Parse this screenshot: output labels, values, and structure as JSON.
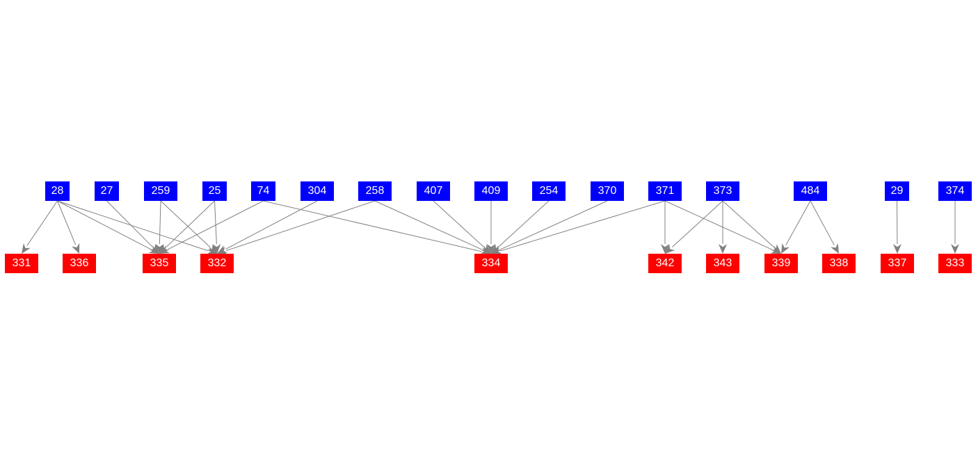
{
  "colors": {
    "source": "#0000ff",
    "target": "#ff0000",
    "edge": "#808080",
    "label": "#ffffff"
  },
  "sources": [
    "28",
    "27",
    "259",
    "25",
    "74",
    "304",
    "258",
    "407",
    "409",
    "254",
    "370",
    "371",
    "373",
    "484",
    "29",
    "374"
  ],
  "targets": [
    "331",
    "336",
    "335",
    "332",
    "334",
    "342",
    "343",
    "339",
    "338",
    "337",
    "333"
  ],
  "edges": [
    [
      "28",
      "331"
    ],
    [
      "28",
      "336"
    ],
    [
      "28",
      "335"
    ],
    [
      "28",
      "332"
    ],
    [
      "27",
      "335"
    ],
    [
      "259",
      "335"
    ],
    [
      "259",
      "332"
    ],
    [
      "25",
      "335"
    ],
    [
      "25",
      "332"
    ],
    [
      "74",
      "335"
    ],
    [
      "74",
      "334"
    ],
    [
      "304",
      "332"
    ],
    [
      "258",
      "332"
    ],
    [
      "258",
      "334"
    ],
    [
      "407",
      "334"
    ],
    [
      "409",
      "334"
    ],
    [
      "254",
      "334"
    ],
    [
      "370",
      "334"
    ],
    [
      "371",
      "334"
    ],
    [
      "371",
      "342"
    ],
    [
      "371",
      "339"
    ],
    [
      "373",
      "342"
    ],
    [
      "373",
      "343"
    ],
    [
      "373",
      "339"
    ],
    [
      "484",
      "339"
    ],
    [
      "484",
      "338"
    ],
    [
      "29",
      "337"
    ],
    [
      "374",
      "333"
    ]
  ]
}
